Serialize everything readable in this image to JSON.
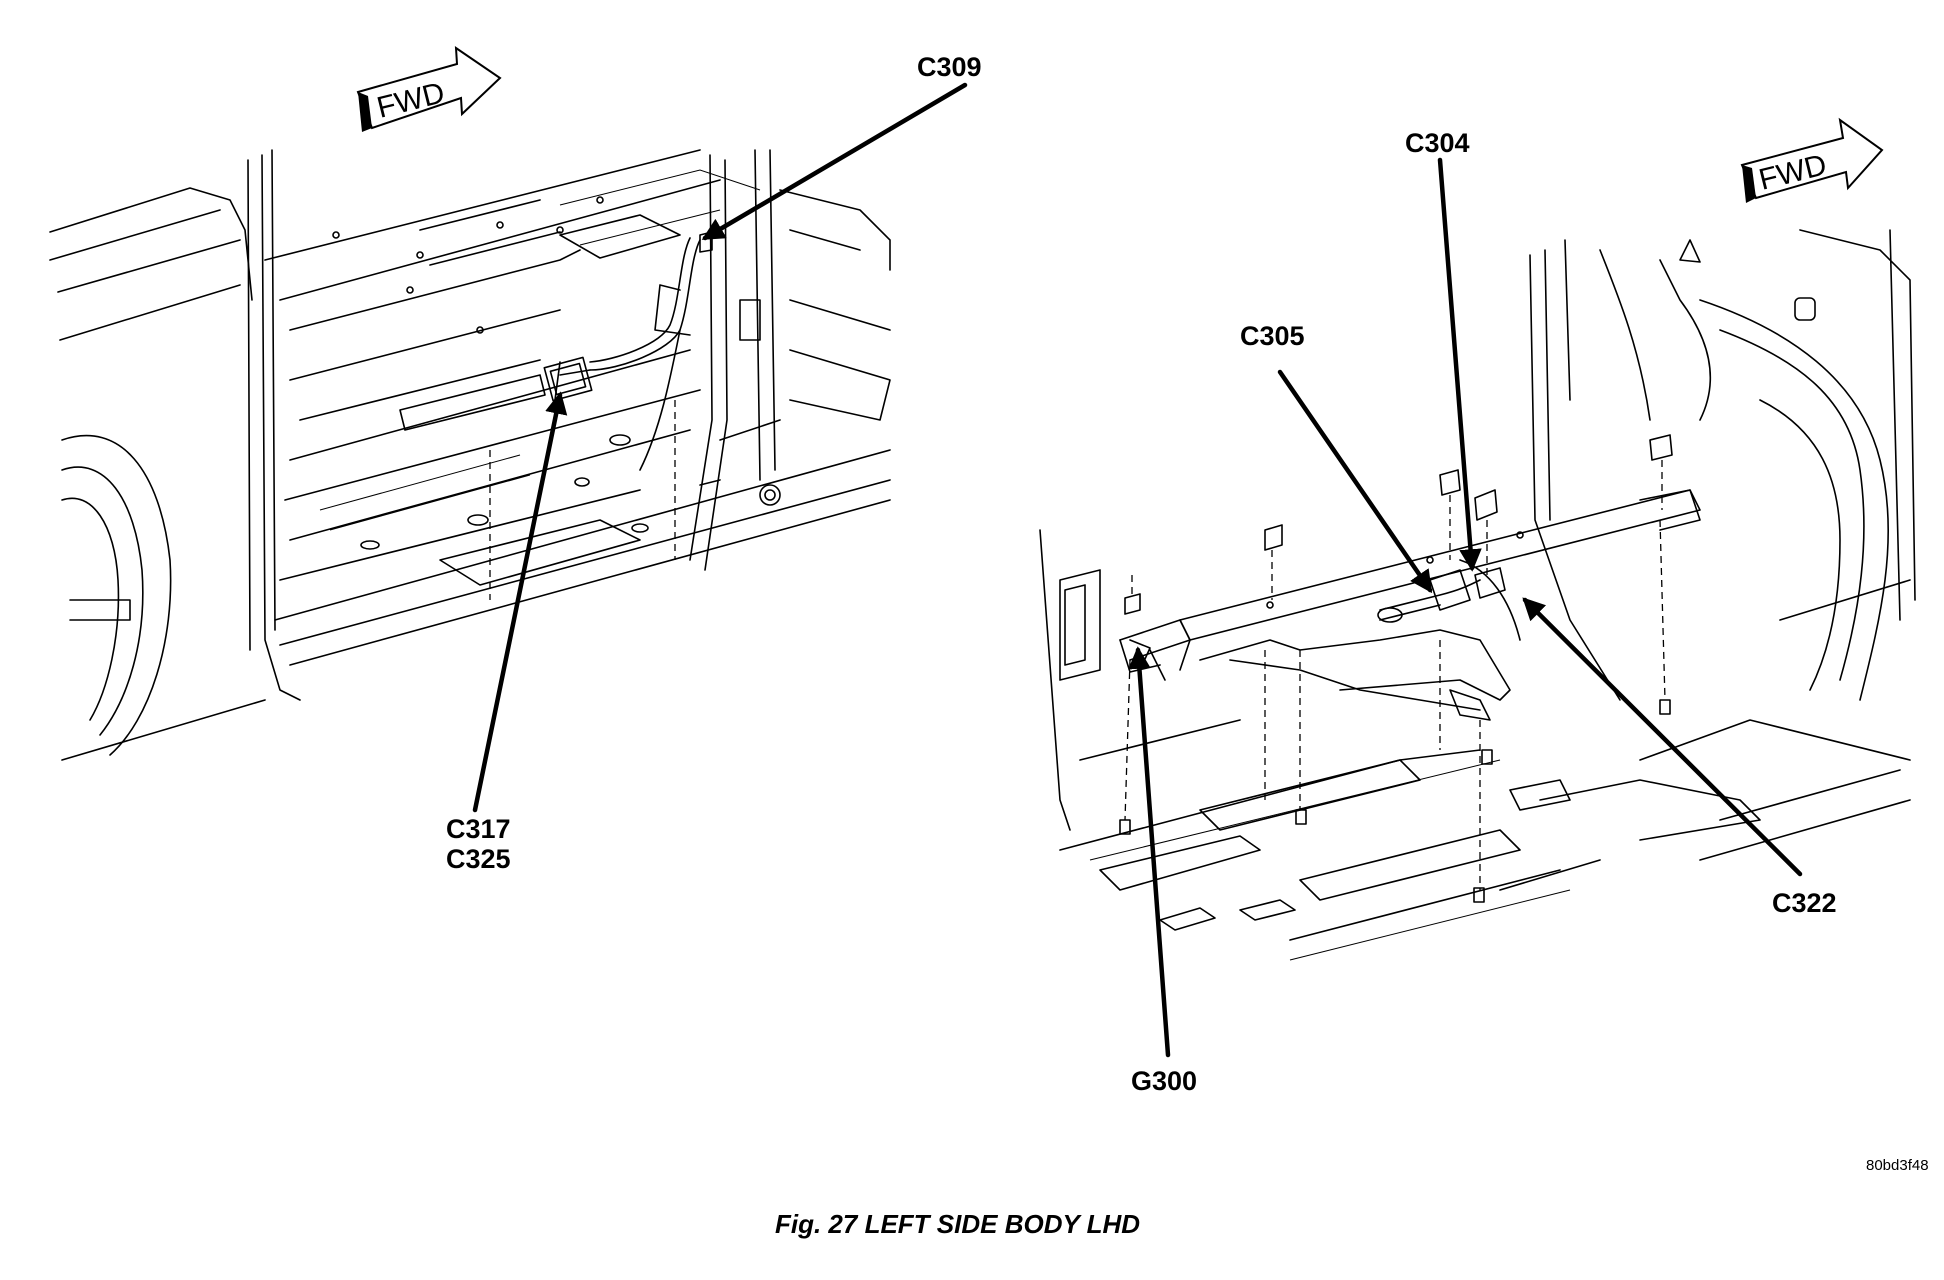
{
  "figure": {
    "caption": "Fig. 27 LEFT SIDE BODY LHD",
    "reference_code": "80bd3f48"
  },
  "left_view": {
    "fwd_label": "FWD",
    "callouts": {
      "c309": "C309",
      "c317": "C317",
      "c325": "C325"
    }
  },
  "right_view": {
    "fwd_label": "FWD",
    "callouts": {
      "c304": "C304",
      "c305": "C305",
      "c322": "C322",
      "g300": "G300"
    }
  }
}
